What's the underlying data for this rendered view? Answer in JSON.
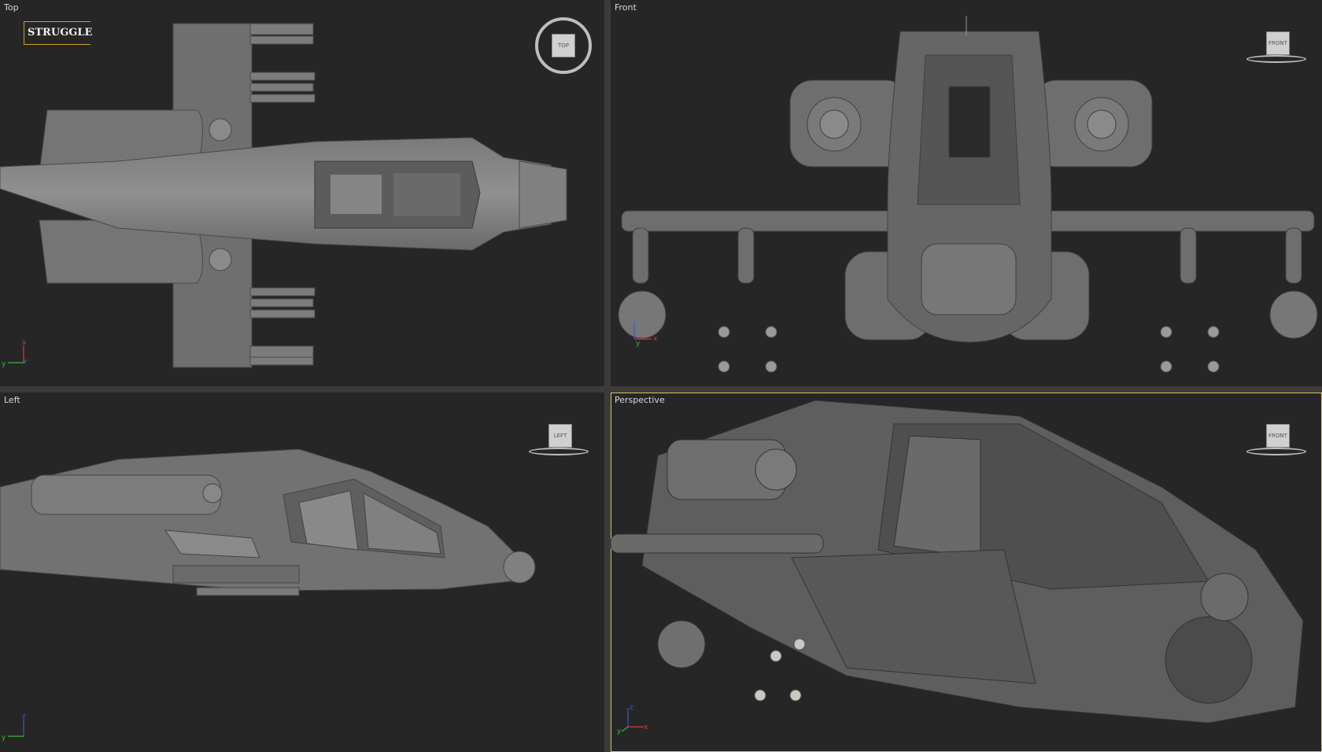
{
  "viewports": {
    "top": {
      "label": "Top",
      "cube_label": "TOP"
    },
    "front": {
      "label": "Front",
      "cube_label": "FRONT"
    },
    "left": {
      "label": "Left",
      "cube_label": "LEFT"
    },
    "perspective": {
      "label": "Perspective",
      "cube_label": "FRONT"
    }
  },
  "watermark": {
    "text": "STRUGGLE"
  },
  "axis_labels": {
    "x": "x",
    "y": "y",
    "z": "z"
  },
  "colors": {
    "viewport_bg": "#262626",
    "frame": "#3b3b3b",
    "active_border": "#d8c45a",
    "model": "#6e6e6e",
    "axis_x": "#d23c3c",
    "axis_y": "#3cb43c",
    "axis_z": "#3c5ad2"
  },
  "icons": [
    "viewcube-icon",
    "axis-tripod-icon"
  ]
}
